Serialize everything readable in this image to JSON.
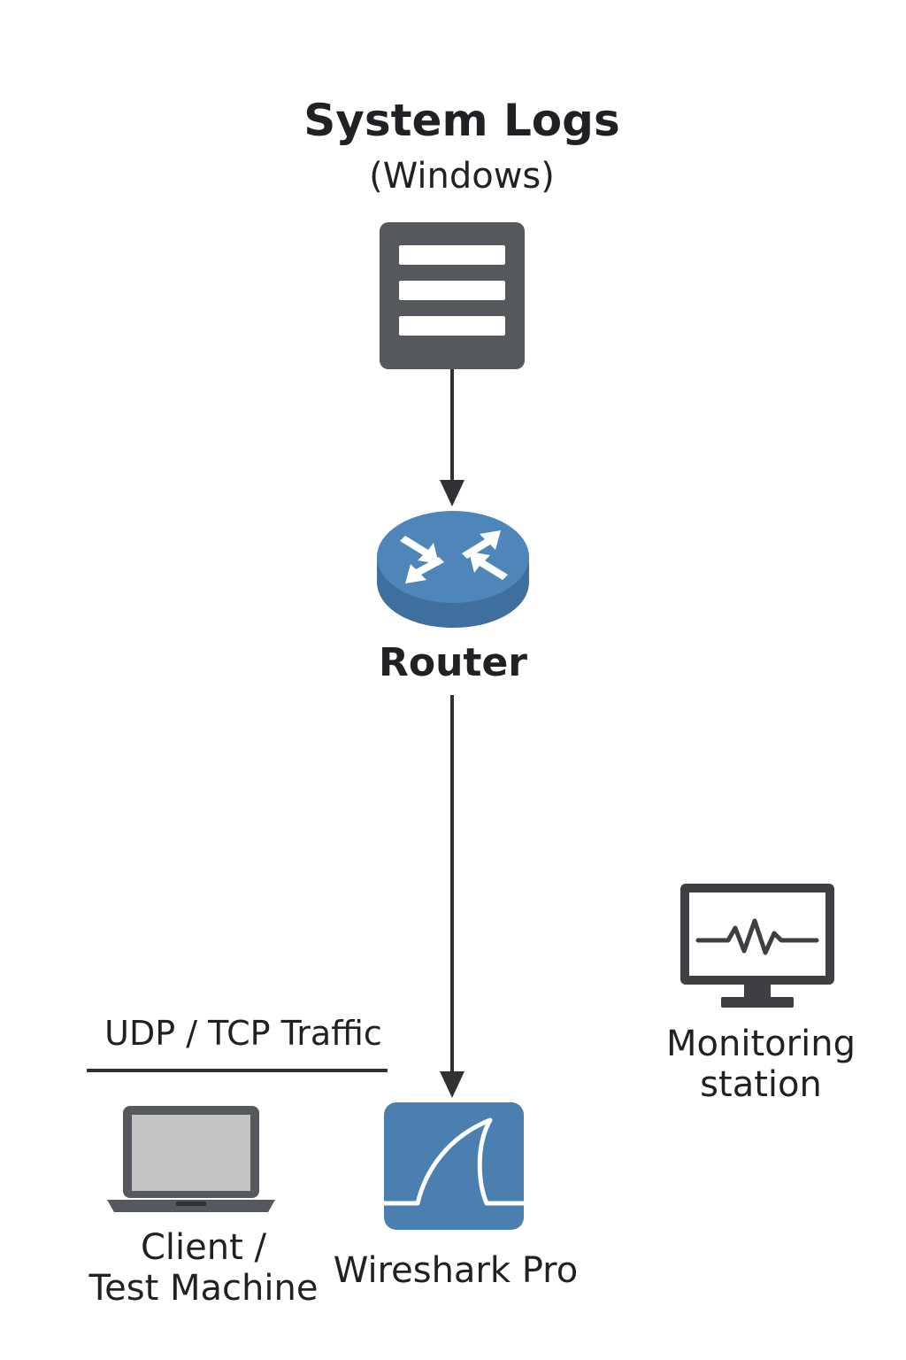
{
  "nodes": {
    "system_logs": {
      "title": "System Logs",
      "subtitle": "(Windows)",
      "icon": "server-icon"
    },
    "router": {
      "label": "Router",
      "icon": "router-icon"
    },
    "traffic": {
      "label": "UDP / TCP Traffic"
    },
    "client": {
      "label_line1": "Client /",
      "label_line2": "Test Machine",
      "icon": "laptop-icon"
    },
    "wireshark": {
      "label": "Wireshark Pro",
      "icon": "wireshark-icon"
    },
    "monitoring": {
      "label_line1": "Monitoring",
      "label_line2": "station",
      "icon": "monitor-icon"
    }
  },
  "colors": {
    "server": "#55585c",
    "router": "#4a7fb0",
    "wireshark": "#4a7fb0",
    "laptop": "#55585c",
    "monitor": "#3d3f42",
    "line": "#2f3134"
  }
}
